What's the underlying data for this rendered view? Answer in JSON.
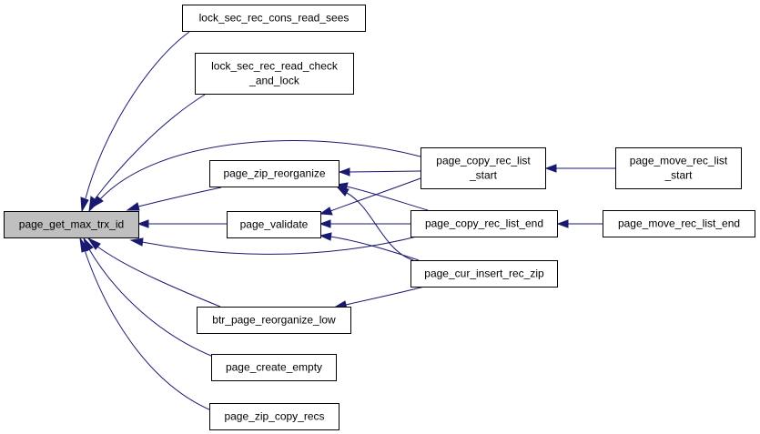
{
  "graph": {
    "focus_node": "page_get_max_trx_id",
    "nodes": {
      "page_get_max_trx_id": [
        "page_get_max_trx_id"
      ],
      "lock_sec_rec_cons_read_sees": [
        "lock_sec_rec_cons_read_sees"
      ],
      "lock_sec_rec_read_check_and_lock": [
        "lock_sec_rec_read_check",
        "_and_lock"
      ],
      "page_zip_reorganize": [
        "page_zip_reorganize"
      ],
      "page_validate": [
        "page_validate"
      ],
      "btr_page_reorganize_low": [
        "btr_page_reorganize_low"
      ],
      "page_create_empty": [
        "page_create_empty"
      ],
      "page_zip_copy_recs": [
        "page_zip_copy_recs"
      ],
      "page_copy_rec_list_start": [
        "page_copy_rec_list",
        "_start"
      ],
      "page_copy_rec_list_end": [
        "page_copy_rec_list_end"
      ],
      "page_cur_insert_rec_zip": [
        "page_cur_insert_rec_zip"
      ],
      "page_move_rec_list_start": [
        "page_move_rec_list",
        "_start"
      ],
      "page_move_rec_list_end": [
        "page_move_rec_list_end"
      ]
    },
    "edges": [
      {
        "from": "lock_sec_rec_cons_read_sees",
        "to": "page_get_max_trx_id"
      },
      {
        "from": "lock_sec_rec_read_check_and_lock",
        "to": "page_get_max_trx_id"
      },
      {
        "from": "page_zip_reorganize",
        "to": "page_get_max_trx_id"
      },
      {
        "from": "page_validate",
        "to": "page_get_max_trx_id"
      },
      {
        "from": "btr_page_reorganize_low",
        "to": "page_get_max_trx_id"
      },
      {
        "from": "page_create_empty",
        "to": "page_get_max_trx_id"
      },
      {
        "from": "page_zip_copy_recs",
        "to": "page_get_max_trx_id"
      },
      {
        "from": "page_copy_rec_list_start",
        "to": "page_get_max_trx_id"
      },
      {
        "from": "page_copy_rec_list_end",
        "to": "page_get_max_trx_id"
      },
      {
        "from": "page_copy_rec_list_start",
        "to": "page_zip_reorganize"
      },
      {
        "from": "page_copy_rec_list_end",
        "to": "page_zip_reorganize"
      },
      {
        "from": "page_cur_insert_rec_zip",
        "to": "page_zip_reorganize"
      },
      {
        "from": "page_copy_rec_list_start",
        "to": "page_validate"
      },
      {
        "from": "page_copy_rec_list_end",
        "to": "page_validate"
      },
      {
        "from": "page_cur_insert_rec_zip",
        "to": "page_validate"
      },
      {
        "from": "page_cur_insert_rec_zip",
        "to": "btr_page_reorganize_low"
      },
      {
        "from": "page_move_rec_list_start",
        "to": "page_copy_rec_list_start"
      },
      {
        "from": "page_move_rec_list_end",
        "to": "page_copy_rec_list_end"
      }
    ],
    "colors": {
      "edge": "#191970",
      "node_border": "#000000",
      "node_fill": "#ffffff",
      "focus_fill": "#bfbfbf",
      "background": "#ffffff"
    }
  }
}
